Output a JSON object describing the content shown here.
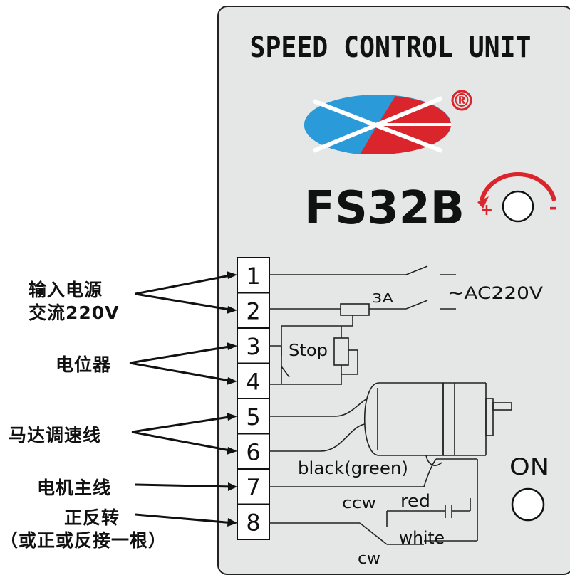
{
  "panel": {
    "title": "SPEED CONTROL UNIT",
    "model": "FS32B",
    "registered_mark": "®",
    "knob_plus": "+",
    "knob_minus": "-",
    "on_label": "ON",
    "logo": {
      "colors": [
        "#2a9ad8",
        "#d9252b"
      ]
    },
    "accent_color": "#d9252b"
  },
  "terminals": [
    "1",
    "2",
    "3",
    "4",
    "5",
    "6",
    "7",
    "8"
  ],
  "wiring": {
    "fuse": "3A",
    "power": "~AC220V",
    "stop": "Stop",
    "black_wire": "black(green)",
    "ccw": "ccw",
    "cw": "cw",
    "red": "red",
    "white": "white"
  },
  "side_labels": {
    "power_input_line1": "输入电源",
    "power_input_line2": "交流220V",
    "potentiometer": "电位器",
    "speed_line": "马达调速线",
    "motor_main": "电机主线",
    "direction_line1": "正反转",
    "direction_line2": "（或正或反接一根）"
  }
}
